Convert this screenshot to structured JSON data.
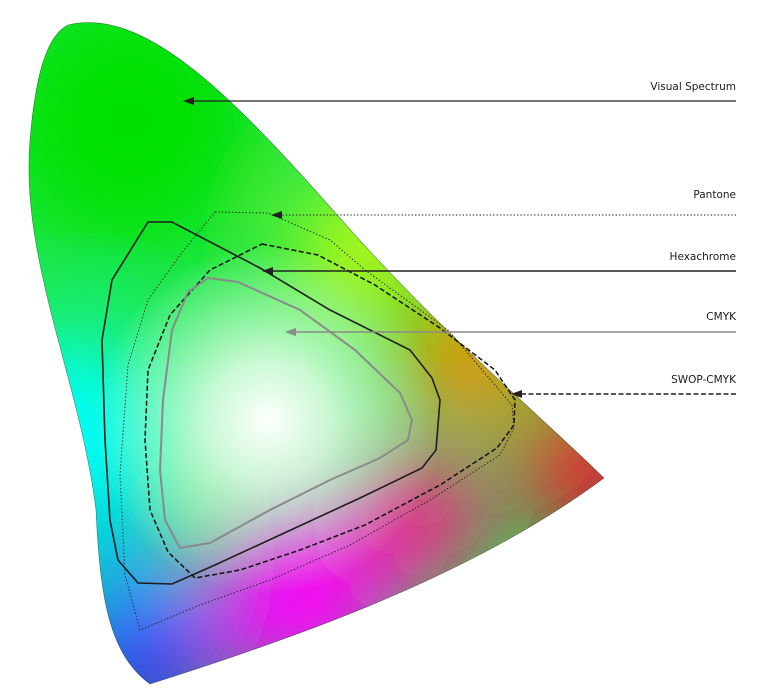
{
  "labels": {
    "visual_spectrum": "Visual Spectrum",
    "pantone": "Pantone",
    "hexachrome": "Hexachrome",
    "cmyk": "CMYK",
    "swop_cmyk": "SWOP-CMYK"
  },
  "gamuts": [
    {
      "id": "visual-spectrum",
      "line": "solid",
      "color": "#000000"
    },
    {
      "id": "pantone",
      "line": "dotted",
      "color": "#000000"
    },
    {
      "id": "hexachrome",
      "line": "solid",
      "color": "#1e1e1e"
    },
    {
      "id": "cmyk",
      "line": "solid",
      "color": "#8a8a8a"
    },
    {
      "id": "swop-cmyk",
      "line": "dashed",
      "color": "#000000"
    }
  ],
  "colors": {
    "green": "#00e000",
    "yellow": "#ffff00",
    "orange": "#ff8a00",
    "red": "#ff0033",
    "magenta": "#ff00ff",
    "blue": "#3300ff",
    "cyan": "#00ffff",
    "white": "#ffffff"
  }
}
